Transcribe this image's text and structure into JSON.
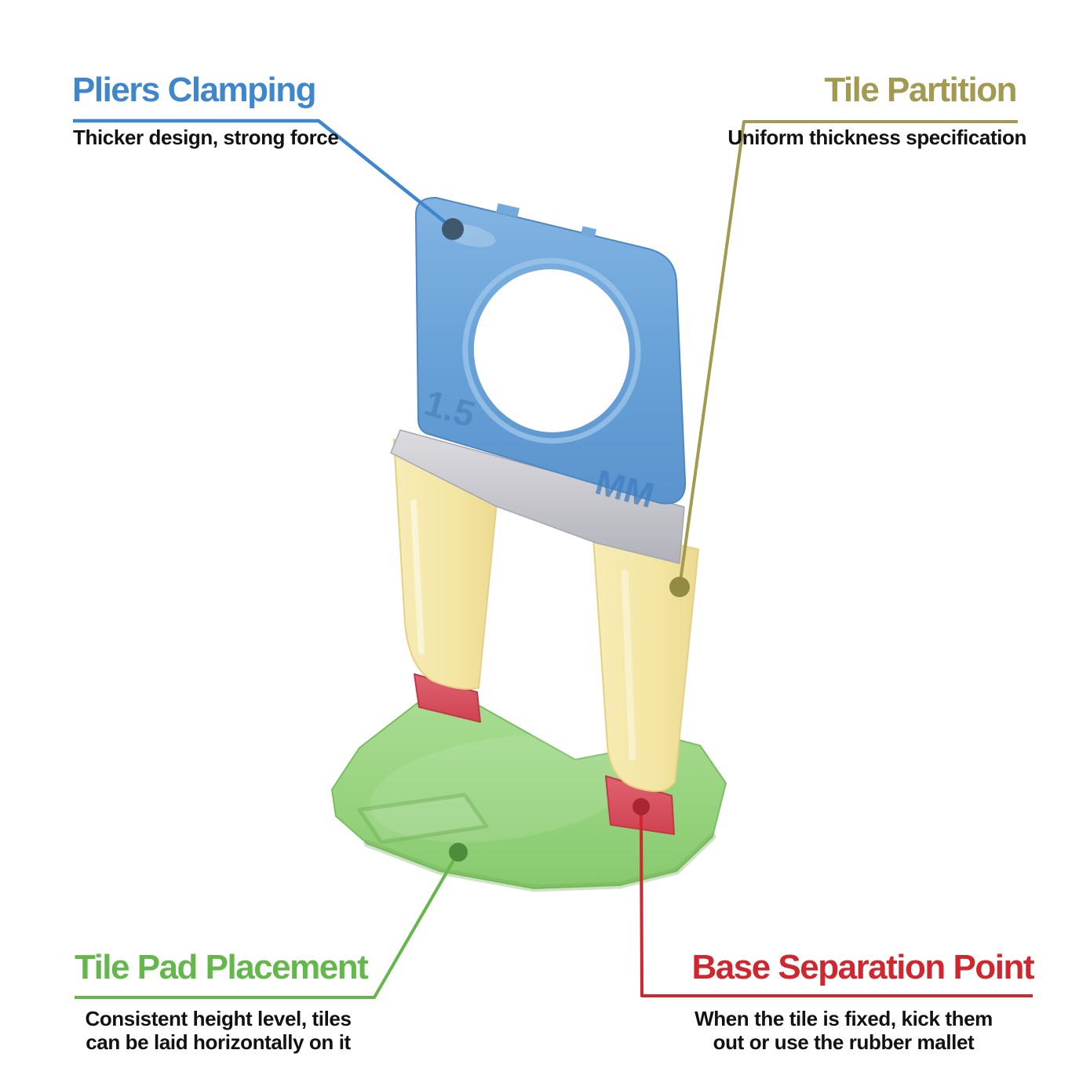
{
  "callouts": {
    "pliers_clamping": {
      "title": "Pliers Clamping",
      "subtitle": "Thicker design, strong force",
      "accent_color": "#3f87cc"
    },
    "tile_partition": {
      "title": "Tile Partition",
      "subtitle": "Uniform thickness specification",
      "accent_color": "#a39a52"
    },
    "tile_pad_placement": {
      "title": "Tile Pad Placement",
      "subtitle_line1": "Consistent height level, tiles",
      "subtitle_line2": "can be laid horizontally on it",
      "accent_color": "#64b74a"
    },
    "base_separation_point": {
      "title": "Base Separation Point",
      "subtitle_line1": "When the tile is fixed, kick them",
      "subtitle_line2": "out or use the rubber mallet",
      "accent_color": "#d0262e"
    }
  },
  "product": {
    "size_marking": "1.5",
    "unit_marking": "MM",
    "part_colors": {
      "clamp_top": "#69a2d8",
      "breakpoint_band": "#c0c0c7",
      "legs": "#f3e5a3",
      "separation_points": "#d6505f",
      "base_pad": "#97d37e"
    }
  }
}
